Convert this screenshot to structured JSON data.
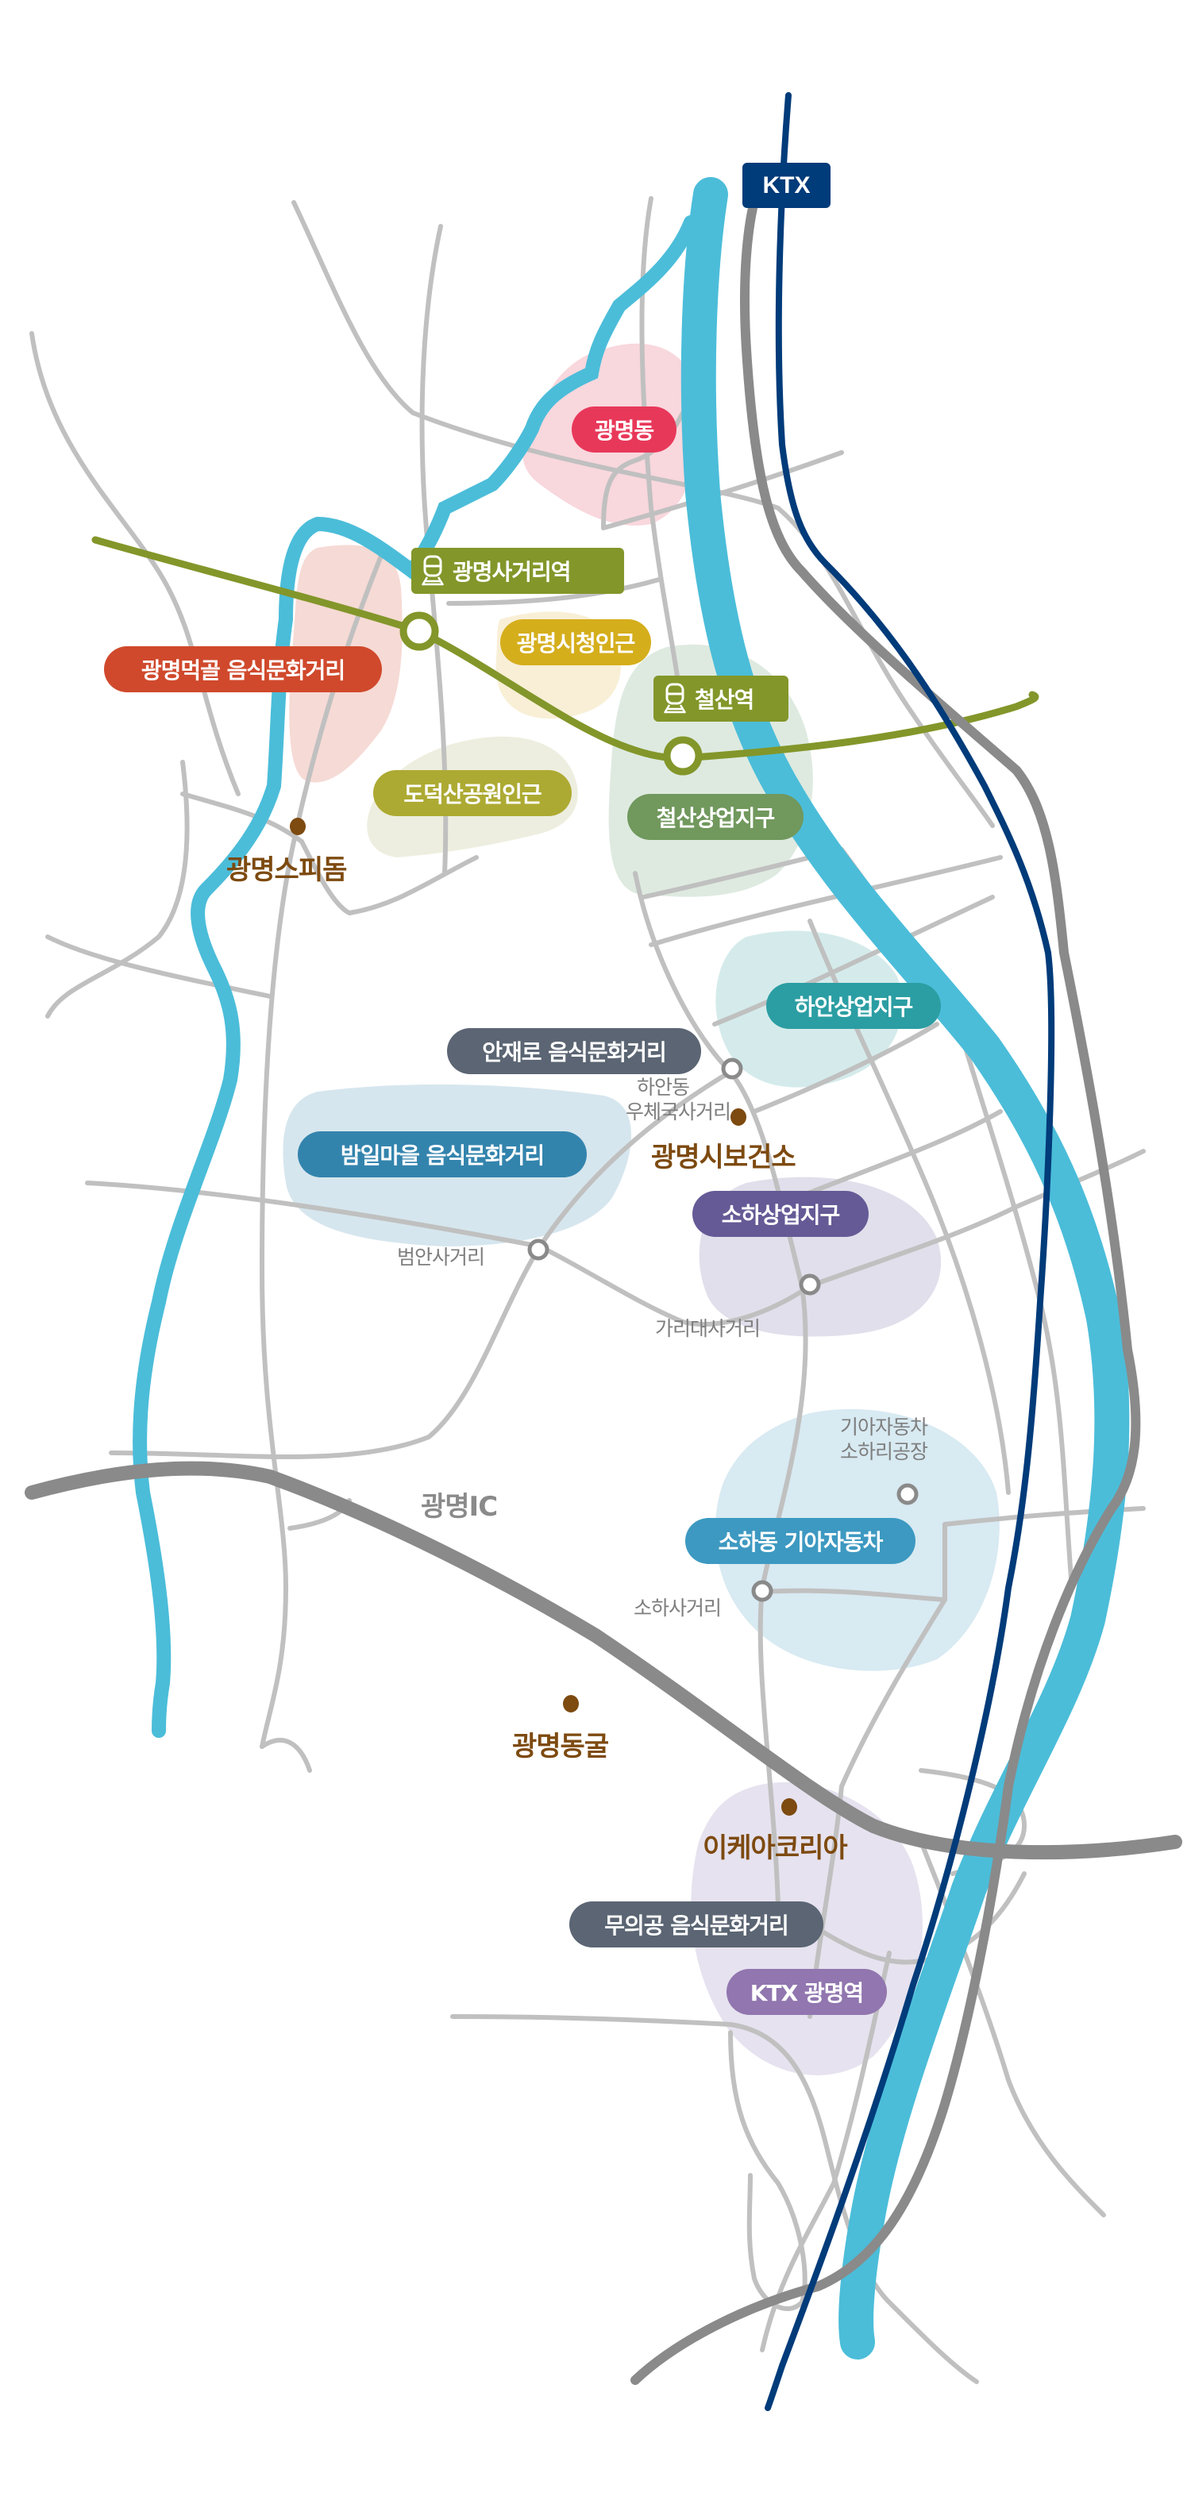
{
  "map": {
    "colors": {
      "river": "#4bbdd9",
      "highway": "#8a8a8a",
      "road": "#c0c0c0",
      "ktx_line": "#003b7a",
      "subway_line": "#83962a",
      "landmark": "#7d4a10"
    },
    "ktx_badge": {
      "label": "KTX",
      "icon": "none"
    },
    "stations": [
      {
        "id": "gwangmyeong-sageori",
        "label": "광명사거리역",
        "icon": "train-icon"
      },
      {
        "id": "cheolsan",
        "label": "철산역",
        "icon": "train-icon"
      }
    ],
    "districts": [
      {
        "id": "gwangmyeong-dong",
        "label": "광명동",
        "color": "#e8385a",
        "area_color": "#f8d7dd"
      },
      {
        "id": "meokgol",
        "label": "광명먹골 음식문화거리",
        "color": "#d0492c",
        "area_color": "#f6dad5"
      },
      {
        "id": "city-hall",
        "label": "광명시청인근",
        "color": "#d5ae1c",
        "area_color": "#f8efd6"
      },
      {
        "id": "doduksan",
        "label": "도덕산공원인근",
        "color": "#adaa33",
        "area_color": "#eeeee0"
      },
      {
        "id": "cheolsan-business",
        "label": "철산상업지구",
        "color": "#71985d",
        "area_color": "#deeae0"
      },
      {
        "id": "haan-business",
        "label": "하안상업지구",
        "color": "#2b9ea3",
        "area_color": "#d5ebeb"
      },
      {
        "id": "anjaero",
        "label": "안재로 음식문화거리",
        "color": "#5b6573",
        "area_color": null
      },
      {
        "id": "bamil",
        "label": "밤일마을 음식문화거리",
        "color": "#3384ad",
        "area_color": "#d6e6ee"
      },
      {
        "id": "soha-business",
        "label": "소하상업지구",
        "color": "#655a96",
        "area_color": "#e0dfeb"
      },
      {
        "id": "soha-kia",
        "label": "소하동 기아자동차",
        "color": "#3d99c1",
        "area_color": "#d8eaf2"
      },
      {
        "id": "muuigong",
        "label": "무의공 음식문화거리",
        "color": "#5b6573",
        "area_color": null
      },
      {
        "id": "ktx-gwangmyeong",
        "label": "KTX 광명역",
        "color": "#9176af",
        "area_color": "#e6e2ef"
      }
    ],
    "landmarks": [
      {
        "id": "speedom",
        "label": "광명스피돔"
      },
      {
        "id": "health-center",
        "label": "광명시보건소"
      },
      {
        "id": "cave",
        "label": "광명동굴"
      },
      {
        "id": "ikea",
        "label": "이케아코리아"
      }
    ],
    "intersections": [
      {
        "id": "haan-post",
        "label_line1": "하안동",
        "label_line2": "우체국사거리"
      },
      {
        "id": "beoman",
        "label": "범안사거리"
      },
      {
        "id": "garidae",
        "label": "가리대사거리"
      },
      {
        "id": "soha",
        "label": "소하사거리"
      },
      {
        "id": "kia-factory",
        "label_line1": "기아자동차",
        "label_line2": "소하리공장"
      }
    ],
    "interchange": {
      "label": "광명IC"
    }
  }
}
